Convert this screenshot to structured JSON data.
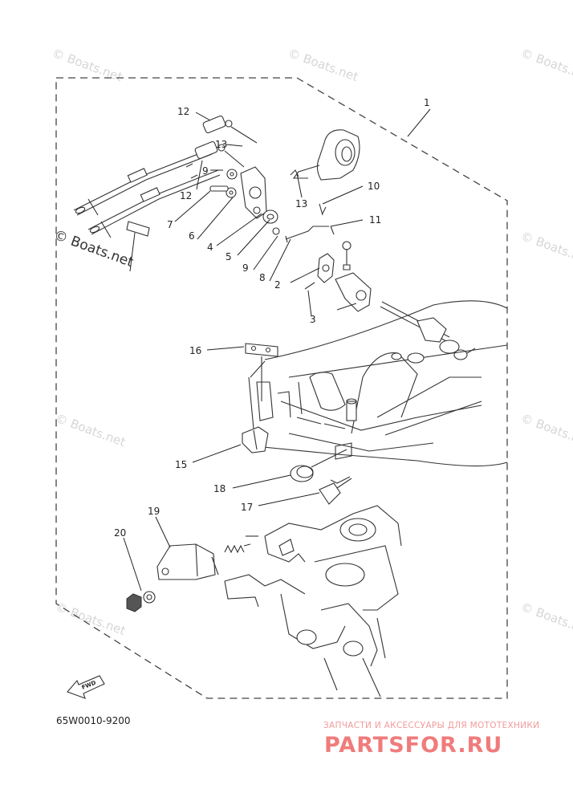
{
  "diagram": {
    "code": "65W0010-9200",
    "fwd_label": "FWD",
    "callouts": [
      {
        "id": "c1",
        "num": "1"
      },
      {
        "id": "c12a",
        "num": "12"
      },
      {
        "id": "c13a",
        "num": "13"
      },
      {
        "id": "c9a",
        "num": "9"
      },
      {
        "id": "c12b",
        "num": "12"
      },
      {
        "id": "c7",
        "num": "7"
      },
      {
        "id": "c6",
        "num": "6"
      },
      {
        "id": "c4",
        "num": "4"
      },
      {
        "id": "c5",
        "num": "5"
      },
      {
        "id": "c9b",
        "num": "9"
      },
      {
        "id": "c8",
        "num": "8"
      },
      {
        "id": "c2",
        "num": "2"
      },
      {
        "id": "c3",
        "num": "3"
      },
      {
        "id": "c13b",
        "num": "13"
      },
      {
        "id": "c10",
        "num": "10"
      },
      {
        "id": "c11",
        "num": "11"
      },
      {
        "id": "c16",
        "num": "16"
      },
      {
        "id": "c15",
        "num": "15"
      },
      {
        "id": "c18",
        "num": "18"
      },
      {
        "id": "c17",
        "num": "17"
      },
      {
        "id": "c19",
        "num": "19"
      },
      {
        "id": "c20",
        "num": "20"
      }
    ]
  },
  "watermarks": {
    "small": "© Boats.net",
    "big": "© Boats.net"
  },
  "brand": {
    "tagline": "ЗАПЧАСТИ И АКСЕССУАРЫ ДЛЯ МОТОТЕХНИКИ",
    "name": "PARTSFOR.RU"
  }
}
